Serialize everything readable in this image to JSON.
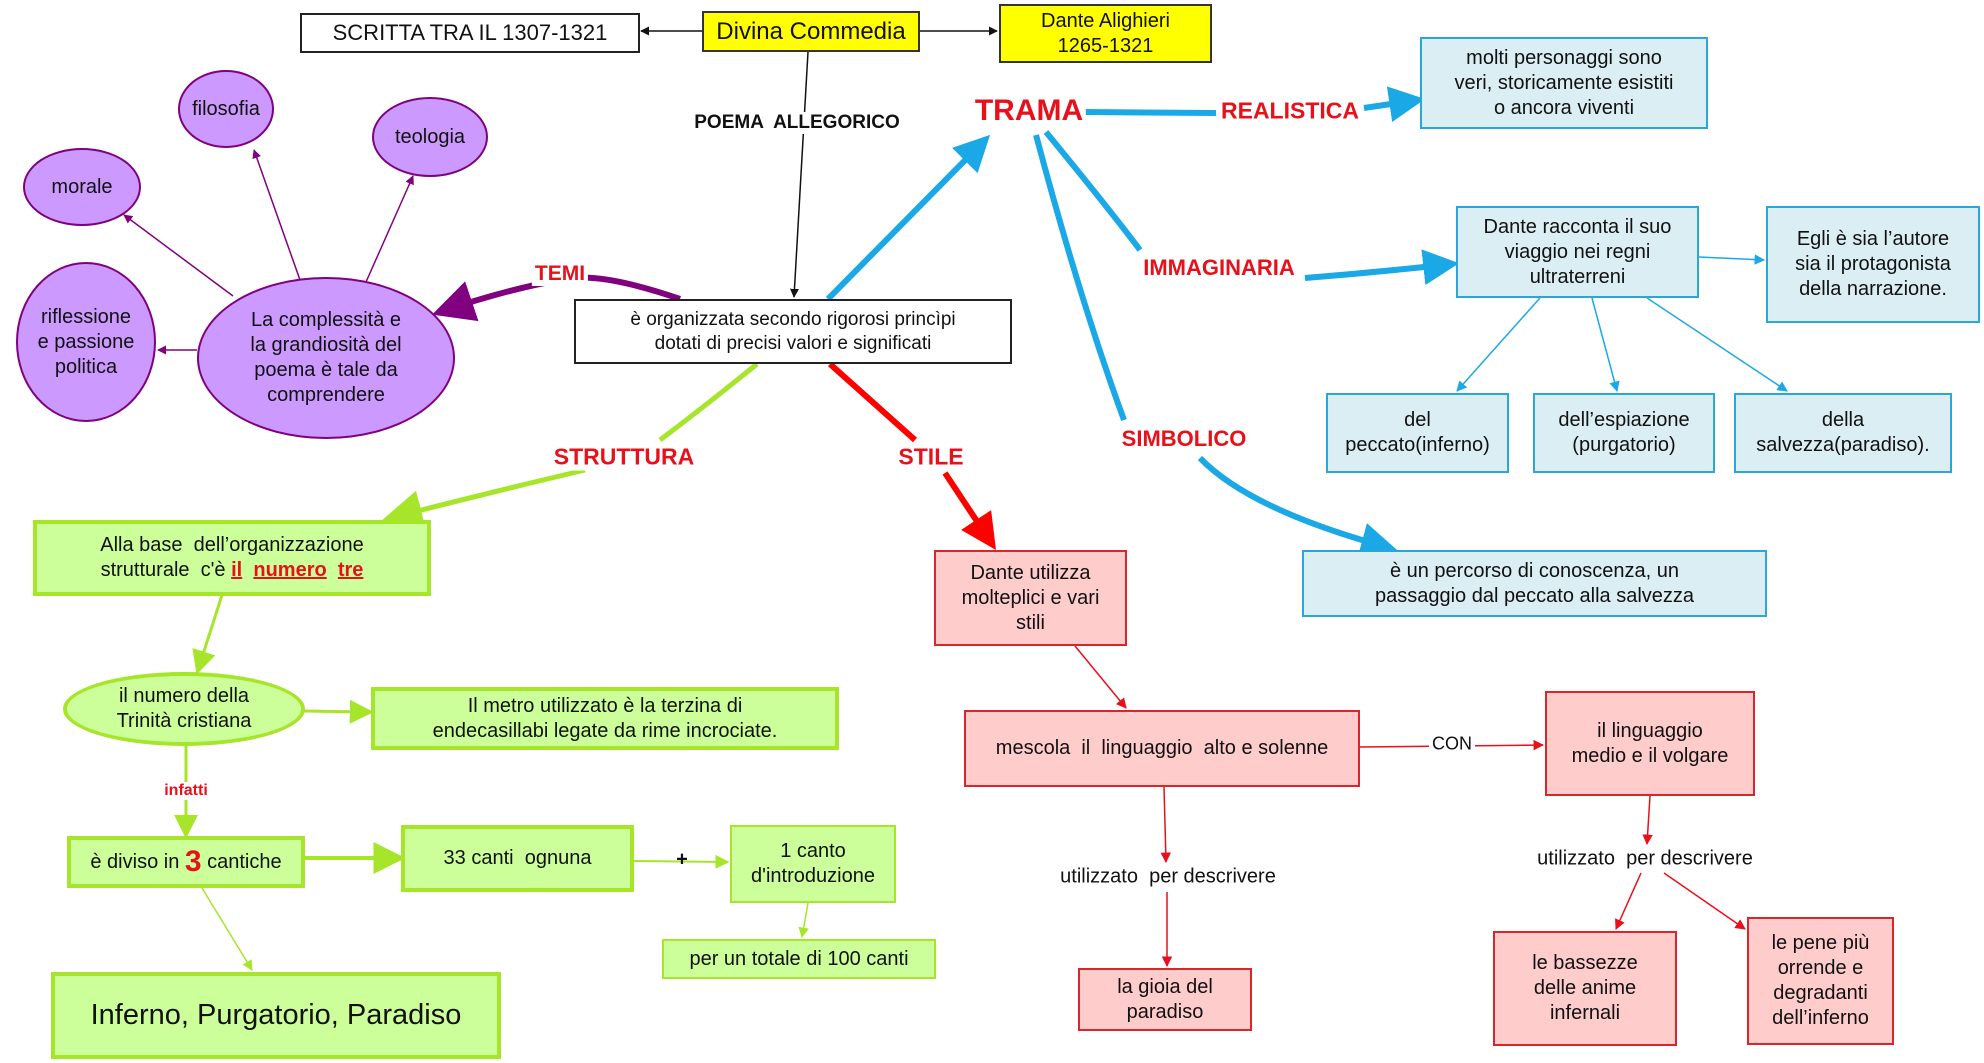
{
  "title": "Divina Commedia",
  "colors": {
    "title_fill": "#ffff00",
    "temi": "#800080",
    "temi_fill": "#cc99ff",
    "struttura": "#a6e52a",
    "struttura_fill": "#ccff99",
    "stile": "#e8101a",
    "stile_fill": "#ffcccc",
    "trama": "#1ba8e6",
    "trama_fill": "#dbeef4",
    "label_red": "#e8101a"
  },
  "top": {
    "date": "SCRITTA TRA IL 1307-1321",
    "title": "Divina Commedia",
    "author_name": "Dante Alighieri",
    "author_years": "1265-1321",
    "poema_label": "POEMA  ALLEGORICO",
    "center": "è organizzata secondo rigorosi princìpi\ndotati di precisi valori e significati"
  },
  "temi": {
    "label": "TEMI",
    "main": "La complessità e\nla grandiosità del\npoema è tale da\ncomprendere",
    "items": [
      "filosofia",
      "teologia",
      "morale",
      "riflessione\ne passione\npolitica"
    ]
  },
  "struttura": {
    "label": "STRUTTURA",
    "base_line1": "Alla base  dell’organizzazione",
    "base_line2_prefix": "strutturale  c'è ",
    "base_hl": [
      "il",
      "numero",
      "tre"
    ],
    "trinita": "il numero della\nTrinità cristiana",
    "metro": "Il metro utilizzato è la terzina di\nendecasillabi  legate da rime incrociate.",
    "infatti": "infatti",
    "diviso_prefix": "è diviso in ",
    "diviso_num": "3",
    "diviso_suffix": " cantiche",
    "canti": "33 canti  ognuna",
    "plus": "+",
    "intro": "1 canto\nd'introduzione",
    "totale": "per un totale di 100 canti",
    "cantiche": "Inferno, Purgatorio, Paradiso"
  },
  "stile": {
    "label": "STILE",
    "main": "Dante utilizza\nmolteplici e vari\nstili",
    "mescola": "mescola  il  linguaggio  alto e solenne",
    "con": "CON",
    "medio": "il  linguaggio\nmedio e il volgare",
    "descr1": "utilizzato  per descrivere",
    "descr2": "utilizzato  per descrivere",
    "gioia": "la gioia del\nparadiso",
    "bassezze": "le bassezze\ndelle anime\ninfernali",
    "pene": "le pene più\norrende e\ndegradanti\ndell’inferno"
  },
  "trama": {
    "label": "TRAMA",
    "realistica": "REALISTICA",
    "realistica_text": "molti  personaggi  sono\nveri, storicamente esistiti\no ancora viventi",
    "immaginaria": "IMMAGINARIA",
    "viaggio": "Dante racconta il suo\nviaggio nei regni\nultraterreni",
    "autore": "Egli è sia l’autore\nsia il  protagonista\ndella  narrazione.",
    "regni": [
      "del\npeccato(inferno)",
      "dell’espiazione\n(purgatorio)",
      "della\nsalvezza(paradiso)."
    ],
    "simbolico": "SIMBOLICO",
    "percorso": "è un percorso di conoscenza, un\npassaggio dal peccato alla salvezza"
  }
}
